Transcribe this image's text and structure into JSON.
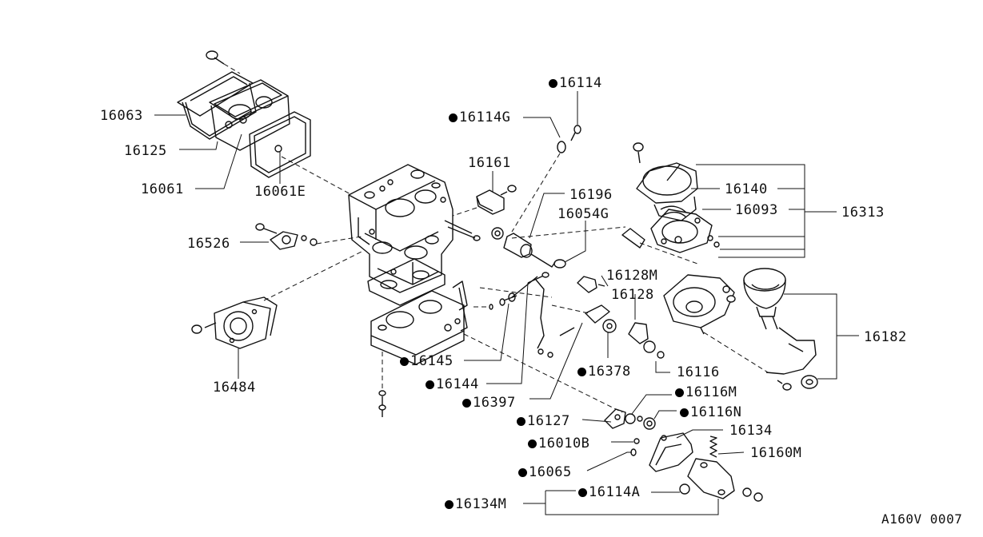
{
  "diagram": {
    "drawing_code": "A160V 0007",
    "callouts": [
      {
        "id": "16063",
        "text": "16063",
        "marked": false
      },
      {
        "id": "16125",
        "text": "16125",
        "marked": false
      },
      {
        "id": "16061",
        "text": "16061",
        "marked": false
      },
      {
        "id": "16061E",
        "text": "16061E",
        "marked": false
      },
      {
        "id": "16526",
        "text": "16526",
        "marked": false
      },
      {
        "id": "16484",
        "text": "16484",
        "marked": false
      },
      {
        "id": "16114",
        "text": "16114",
        "marked": true
      },
      {
        "id": "16114G",
        "text": "16114G",
        "marked": true
      },
      {
        "id": "16161",
        "text": "16161",
        "marked": false
      },
      {
        "id": "16196",
        "text": "16196",
        "marked": false
      },
      {
        "id": "16054G",
        "text": "16054G",
        "marked": false
      },
      {
        "id": "16140",
        "text": "16140",
        "marked": false
      },
      {
        "id": "16093",
        "text": "16093",
        "marked": false
      },
      {
        "id": "16313",
        "text": "16313",
        "marked": false
      },
      {
        "id": "16128M",
        "text": "16128M",
        "marked": false
      },
      {
        "id": "16128",
        "text": "16128",
        "marked": false
      },
      {
        "id": "16182",
        "text": "16182",
        "marked": false
      },
      {
        "id": "16145",
        "text": "16145",
        "marked": true
      },
      {
        "id": "16144",
        "text": "16144",
        "marked": true
      },
      {
        "id": "16378",
        "text": "16378",
        "marked": true
      },
      {
        "id": "16116",
        "text": "16116",
        "marked": false
      },
      {
        "id": "16397",
        "text": "16397",
        "marked": true
      },
      {
        "id": "16116M",
        "text": "16116M",
        "marked": true
      },
      {
        "id": "16127",
        "text": "16127",
        "marked": true
      },
      {
        "id": "16116N",
        "text": "16116N",
        "marked": true
      },
      {
        "id": "16134",
        "text": "16134",
        "marked": false
      },
      {
        "id": "16010B",
        "text": "16010B",
        "marked": true
      },
      {
        "id": "16160M",
        "text": "16160M",
        "marked": false
      },
      {
        "id": "16065",
        "text": "16065",
        "marked": true
      },
      {
        "id": "16114A",
        "text": "16114A",
        "marked": true
      },
      {
        "id": "16134M",
        "text": "16134M",
        "marked": true
      }
    ]
  }
}
